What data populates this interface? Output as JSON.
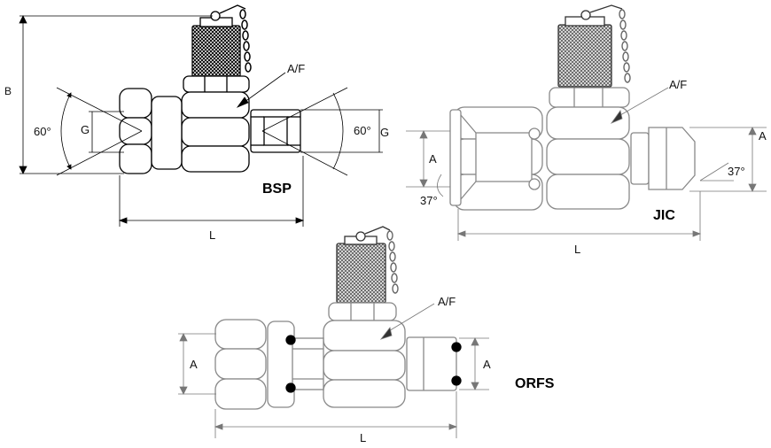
{
  "bsp": {
    "title": "BSP",
    "dim_b": "B",
    "dim_g_left": "G",
    "dim_g_right": "G",
    "angle_left": "60°",
    "angle_right": "60°",
    "dim_af": "A/F",
    "dim_l": "L"
  },
  "jic": {
    "title": "JIC",
    "dim_a_left": "A",
    "dim_a_right": "A",
    "angle_left": "37°",
    "angle_right": "37°",
    "dim_af": "A/F",
    "dim_l": "L"
  },
  "orfs": {
    "title": "ORFS",
    "dim_a_left": "A",
    "dim_a_right": "A",
    "dim_af": "A/F",
    "dim_l": "L"
  }
}
